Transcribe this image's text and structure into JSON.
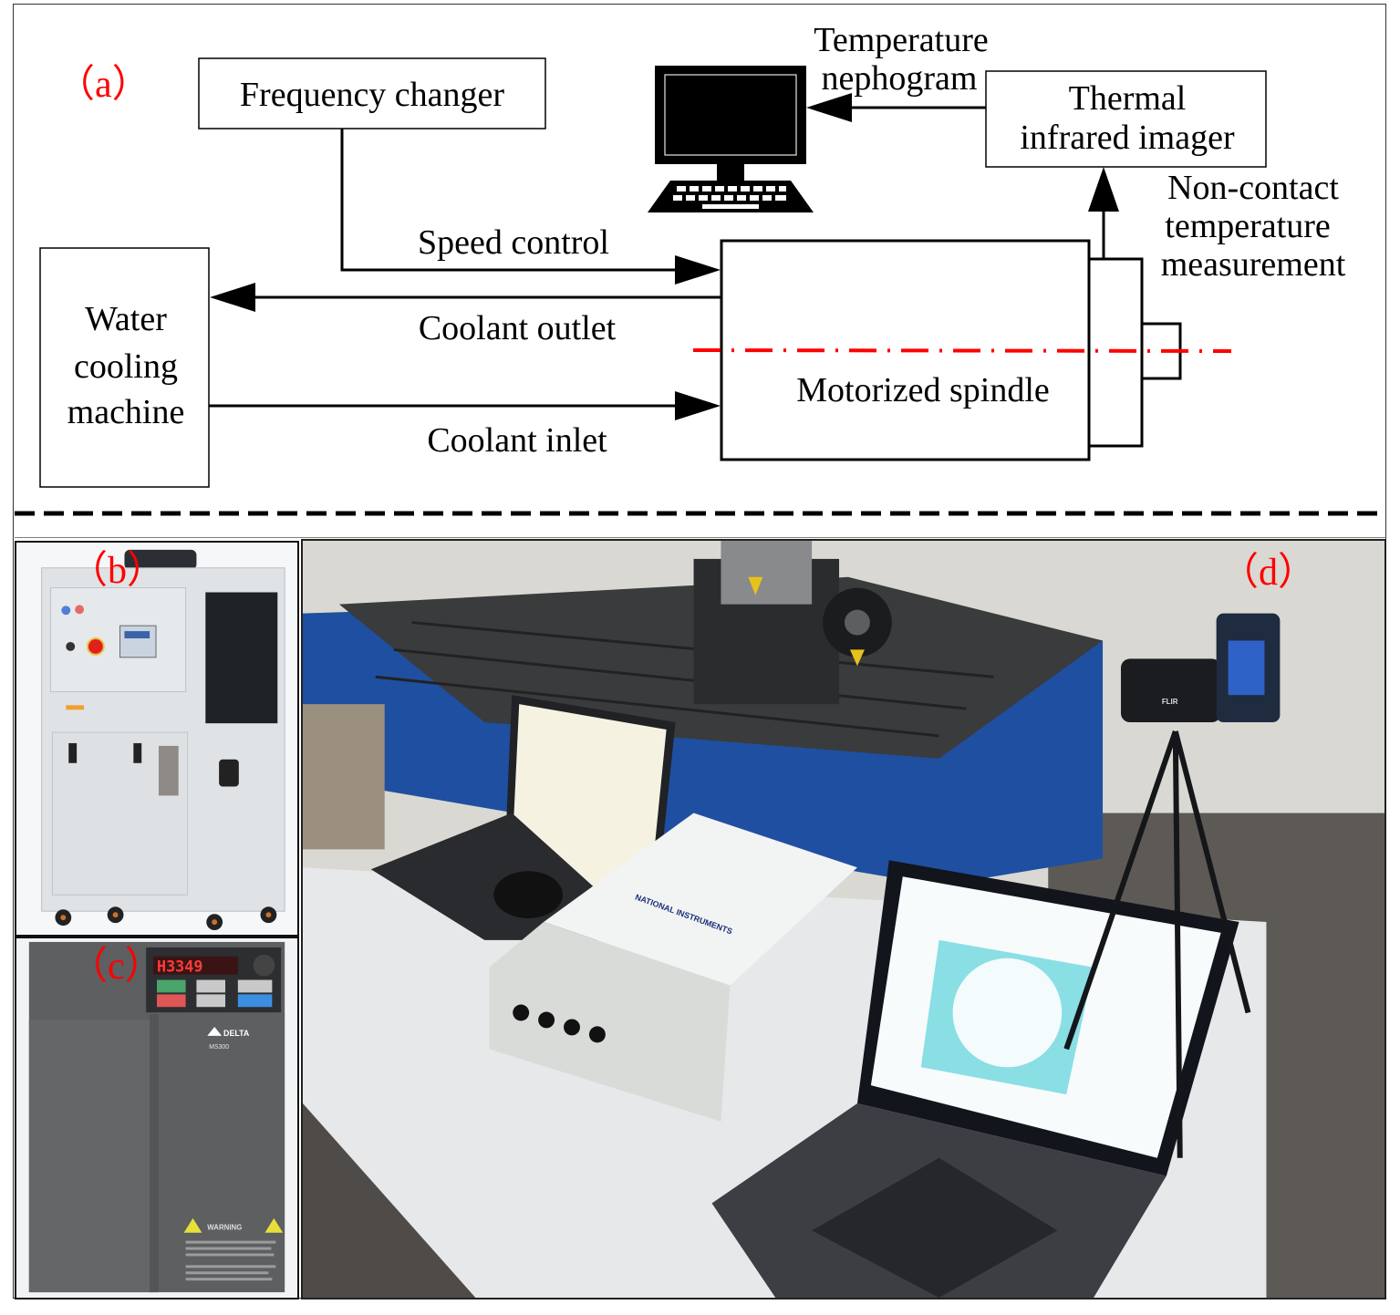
{
  "panels": {
    "a": {
      "tag": "（a）"
    },
    "b": {
      "tag": "（b）",
      "subject": "water cooling machine photo"
    },
    "c": {
      "tag": "（c）",
      "subject": "frequency changer photo",
      "display_value": "H3349",
      "brand": "DELTA",
      "model": "MS300",
      "warning_label": "WARNING"
    },
    "d": {
      "tag": "（d）",
      "subject": "test rig photo",
      "daq_brand": "NATIONAL INSTRUMENTS",
      "camera_brand": "FLIR"
    }
  },
  "diagram": {
    "nodes": {
      "frequency_changer": "Frequency changer",
      "water_cooling": [
        "Water",
        "cooling",
        "machine"
      ],
      "motorized_spindle": "Motorized spindle",
      "thermal_imager": [
        "Thermal",
        "infrared imager"
      ],
      "computer": "computer-icon"
    },
    "edges": {
      "speed_control": "Speed control",
      "coolant_outlet": "Coolant outlet",
      "coolant_inlet": "Coolant inlet",
      "temperature_nephogram": [
        "Temperature",
        "nephogram"
      ],
      "non_contact": [
        "Non-contact",
        "temperature",
        "measurement"
      ]
    }
  },
  "colors": {
    "accent_red": "#ff0000",
    "line": "#000000",
    "machine_blue": "#1f4fa0"
  }
}
